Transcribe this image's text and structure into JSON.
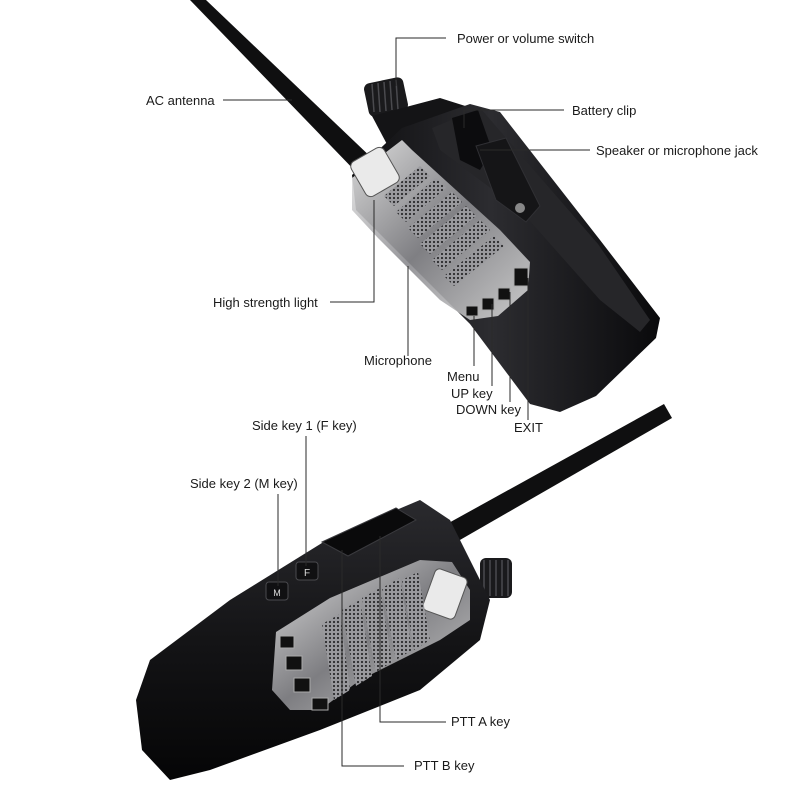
{
  "labels": {
    "power": "Power or volume switch",
    "antenna": "AC antenna",
    "battery_clip": "Battery clip",
    "speaker_jack": "Speaker or microphone jack",
    "light": "High strength light",
    "microphone": "Microphone",
    "menu": "Menu",
    "up": "UP key",
    "down": "DOWN key",
    "exit": "EXIT",
    "side1": "Side key 1 (F key)",
    "side2": "Side key 2 (M key)",
    "ptt_a": "PTT A key",
    "ptt_b": "PTT B key"
  },
  "key_glyphs": {
    "side_f": "F",
    "side_m": "M"
  },
  "colors": {
    "body": "#1b1b1d",
    "body_highlight": "#3a3a3e",
    "chrome": "#c9c9cc",
    "leader_line": "#2a2a2a",
    "background": "#ffffff"
  }
}
